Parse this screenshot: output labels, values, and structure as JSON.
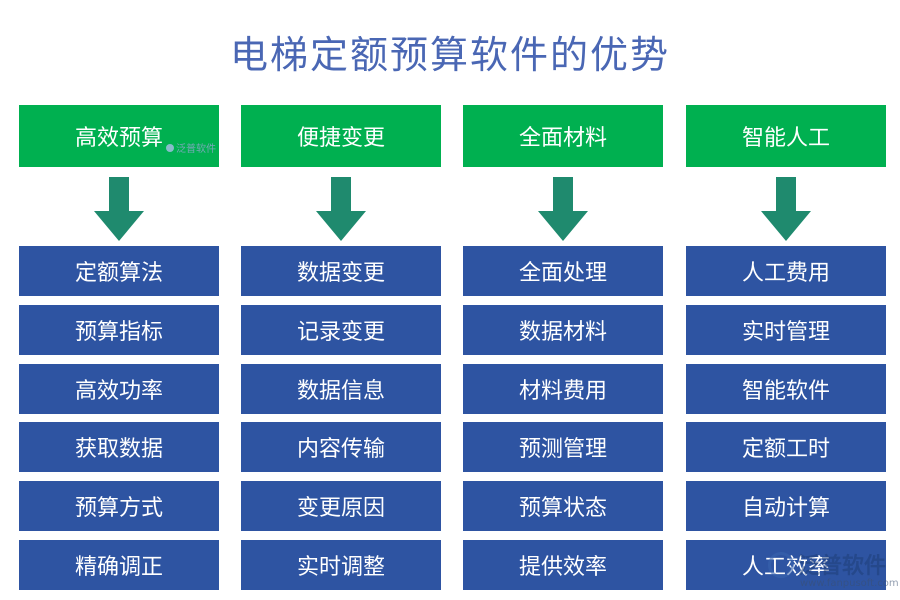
{
  "title": "电梯定额预算软件的优势",
  "colors": {
    "header": "#00b050",
    "item": "#2e54a2",
    "arrow": "#1f8a6e",
    "title": "#4a67b4"
  },
  "columns": [
    {
      "header": "高效预算",
      "items": [
        "定额算法",
        "预算指标",
        "高效功率",
        "获取数据",
        "预算方式",
        "精确调正"
      ]
    },
    {
      "header": "便捷变更",
      "items": [
        "数据变更",
        "记录变更",
        "数据信息",
        "内容传输",
        "变更原因",
        "实时调整"
      ]
    },
    {
      "header": "全面材料",
      "items": [
        "全面处理",
        "数据材料",
        "材料费用",
        "预测管理",
        "预算状态",
        "提供效率"
      ]
    },
    {
      "header": "智能人工",
      "items": [
        "人工费用",
        "实时管理",
        "智能软件",
        "定额工时",
        "自动计算",
        "人工效率"
      ]
    }
  ],
  "watermark": {
    "small_text": "泛普软件",
    "big_text": "泛普软件",
    "url": "www.fanpusoft.com"
  }
}
